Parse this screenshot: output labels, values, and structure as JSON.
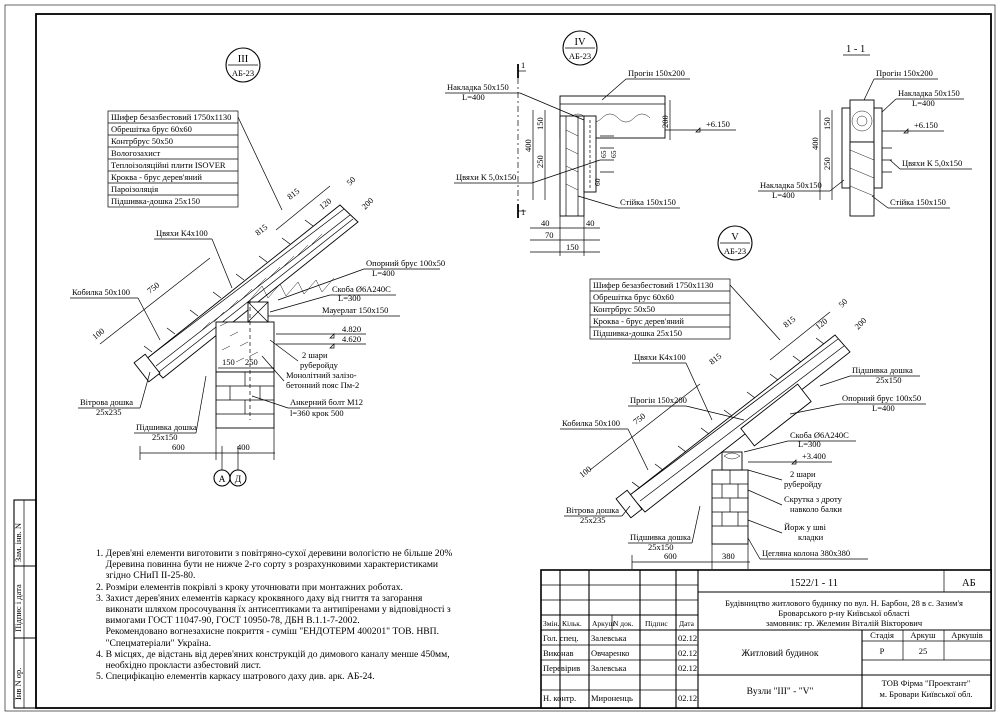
{
  "node_III": {
    "title_num": "III",
    "title_ref": "АБ-23",
    "layers": [
      "Шифер безазбестовий 1750х1130",
      "Обрешітка брус 60х60",
      "Контрбрус 50х50",
      "Вологозахист",
      "Теплоізоляційні плити ISOVER",
      "Кроква - брус дерев'яний",
      "Пароізоляція",
      "Підшивка-дошка 25х150"
    ],
    "labels": {
      "nails": "Цвяхи К4х100",
      "kobylka": "Кобилка 50х100",
      "support_beam_1": "Опорний брус 100х50",
      "support_beam_2": "L=400",
      "bracket_1": "Скоба Ø6А240С",
      "bracket_2": "L=300",
      "mauerlat": "Мауерлат 150х150",
      "level_1": "4.820",
      "level_2": "4.620",
      "layers_ruberoid_1": "2 шари",
      "layers_ruberoid_2": "руберойду",
      "belt_1": "Монолітний залізо-",
      "belt_2": "бетонний пояс Пм-2",
      "wind_board_1": "Вітрова дошка",
      "wind_board_2": "25х235",
      "soffit_board_1": "Підшивка дошка",
      "soffit_board_2": "25х150",
      "anchor_1": "Анкерний болт М12",
      "anchor_2": "l=360 крок 500",
      "axis_a": "А",
      "axis_d": "Д"
    },
    "dims": {
      "d815": "815",
      "d120": "120",
      "d50": "50",
      "d200": "200",
      "d815b": "815",
      "d750": "750",
      "d100": "100",
      "d150": "150",
      "d250": "250",
      "d600": "600",
      "d400": "400"
    }
  },
  "node_IV": {
    "title_num": "IV",
    "title_ref": "АБ-23",
    "section_mark": "1",
    "labels": {
      "overlay_1": "Накладка 50х150",
      "overlay_2": "L=400",
      "girder": "Прогін 150х200",
      "level": "+6.150",
      "nails": "Цвяхи К 5,0х150",
      "post": "Стійка 150х150"
    },
    "dims": {
      "d400": "400",
      "d150a": "150",
      "d250": "250",
      "d200": "200",
      "d65a": "65",
      "d65b": "65",
      "d60": "60",
      "d40a": "40",
      "d40b": "40",
      "d70": "70",
      "d150b": "150"
    }
  },
  "section_1_1": {
    "title": "1 - 1",
    "labels": {
      "girder": "Прогін 150х200",
      "overlay_top_1": "Накладка 50х150",
      "overlay_top_2": "L=400",
      "level": "+6.150",
      "nails": "Цвяхи К 5,0х150",
      "overlay_bot_1": "Накладка 50х150",
      "overlay_bot_2": "L=400",
      "post": "Стійка 150х150"
    },
    "dims": {
      "d400": "400",
      "d150": "150",
      "d250": "250"
    }
  },
  "node_V": {
    "title_num": "V",
    "title_ref": "АБ-23",
    "layers": [
      "Шифер безазбестовий 1750х1130",
      "Обрешітка брус 60х60",
      "Контрбрус 50х50",
      "Кроква - брус дерев'яний",
      "Підшивка-дошка 25х150"
    ],
    "labels": {
      "nails": "Цвяхи К4х100",
      "girder": "Прогін 150х200",
      "kobylka": "Кобилка 50х100",
      "soffit_top_1": "Підшивка дошка",
      "soffit_top_2": "25х150",
      "support_1": "Опорний брус 100х50",
      "support_2": "L=400",
      "bracket_1": "Скоба Ø6А240С",
      "bracket_2": "L=300",
      "level": "+3.400",
      "ruberoid_1": "2 шари",
      "ruberoid_2": "руберойду",
      "wire_1": "Скрутка з дроту",
      "wire_2": "навколо балки",
      "ruff_1": "Йорж у шві",
      "ruff_2": "кладки",
      "wind_board_1": "Вітрова дошка",
      "wind_board_2": "25х235",
      "soffit_1": "Підшивка дошка",
      "soffit_2": "25х150",
      "column": "Цегляна колона 380х380"
    },
    "dims": {
      "d815": "815",
      "d120": "120",
      "d50": "50",
      "d200": "200",
      "d815b": "815",
      "d750": "750",
      "d100": "100",
      "d600": "600",
      "d380": "380"
    }
  },
  "notes": [
    "1. Дерев'яні елементи виготовити з повітряно-сухої деревини вологістю не більше 20%",
    "    Деревина повинна бути не нижче 2-го сорту з розрахунковими характеристиками",
    "    згідно СНиП ІІ-25-80.",
    "2. Розміри елементів покрівлі з кроку уточнювати при монтажних роботах.",
    "3. Захист дерев'яних елементів каркасу кроквяного даху від гниття та загорання",
    "    виконати шляхом просочування їх антисептиками та антипіренами у відповідності з",
    "    вимогами ГОСТ 11047-90, ГОСТ 10950-78, ДБН В.1.1-7-2002.",
    "    Рекомендовано вогнезахисне покриття - суміш \"ЕНДОТЕРМ 400201\" ТОВ. НВП.",
    "    \"Спецматеріали\" Україна.",
    "4. В місцях, де відстань від дерев'яних конструкцій до димового каналу менше 450мм,",
    "    необхідно прокласти азбестовий лист.",
    "5. Специфікацію елементів каркасу шатрового даху див. арк. АБ-24."
  ],
  "left_strip": {
    "zam_inv": "Зам. інв. N",
    "sign_date": "Підпис і дата",
    "inv_orig": "Інв N ор."
  },
  "title_block": {
    "code": "1522/1  -  11",
    "stamp": "АБ",
    "project_1": "Будівництво житлового будинку по вул. Н. Барбон, 28 в с. Зазим'я",
    "project_2": "Броварського р-ну Київської області",
    "project_3": "замовник: гр. Желемин Віталій Вікторович",
    "col_headers": [
      "Змін.",
      "Кільк.",
      "Аркуш",
      "N док.",
      "Підпис",
      "Дата"
    ],
    "people": [
      {
        "role": "Гол. спец.",
        "name": "Залевська",
        "date": "02.12"
      },
      {
        "role": "Виконав",
        "name": "Овчаренко",
        "date": "02.12"
      },
      {
        "role": "Перевірив",
        "name": "Залевська",
        "date": "02.12"
      },
      {
        "role": "",
        "name": "",
        "date": ""
      },
      {
        "role": "Н. контр.",
        "name": "Мироненць",
        "date": "02.12"
      }
    ],
    "object_name": "Житловий будинок",
    "stage_header": "Стадія",
    "sheet_header": "Аркуш",
    "sheets_header": "Аркушів",
    "stage_value": "Р",
    "sheet_value": "25",
    "sheets_value": "",
    "drawing_name": "Вузли \"ІІІ\" - \"V\"",
    "firm_1": "ТОВ Фірма \"Проектант\"",
    "firm_2": "м. Бровари Київської обл."
  }
}
